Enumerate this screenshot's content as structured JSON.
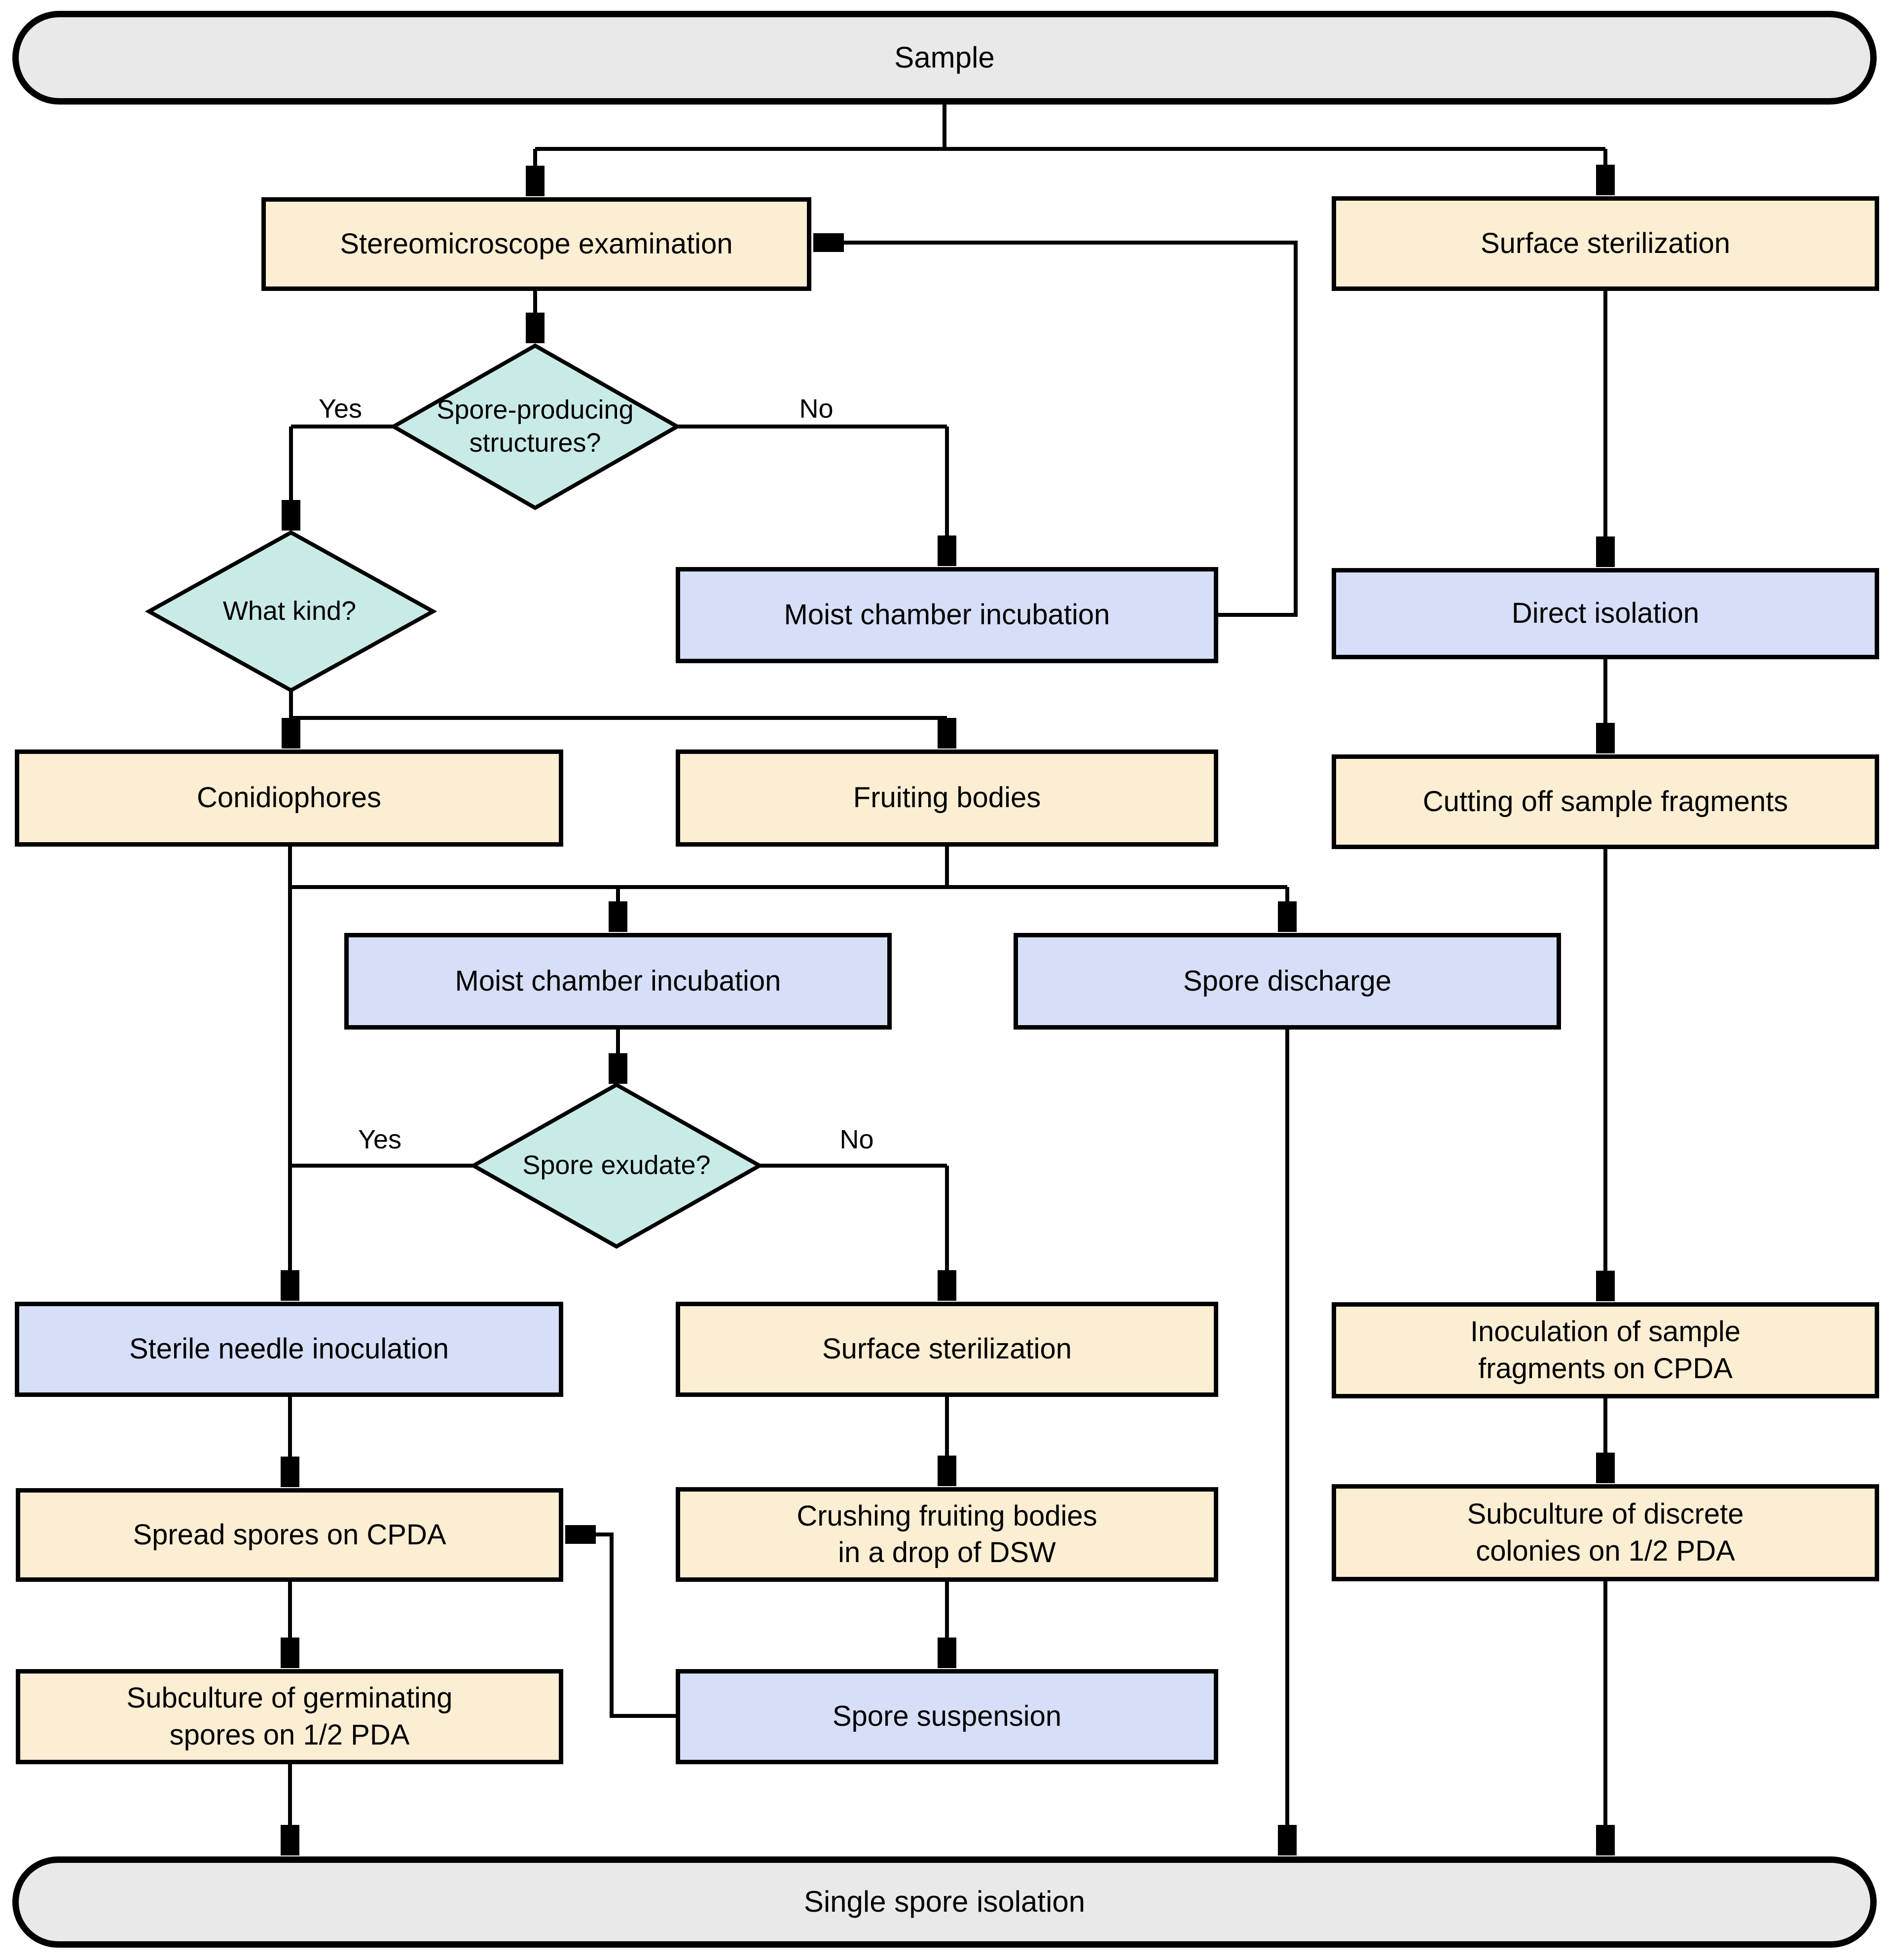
{
  "nodes": {
    "sample": {
      "label": "Sample",
      "shape": "terminator"
    },
    "stereo_exam": {
      "label": "Stereomicroscope examination",
      "shape": "process"
    },
    "surface_sterilization_1": {
      "label": "Surface sterilization",
      "shape": "process"
    },
    "spore_producing_structures": {
      "label": "Spore-producing\nstructures?",
      "shape": "decision"
    },
    "what_kind": {
      "label": "What kind?",
      "shape": "decision"
    },
    "moist_chamber_1": {
      "label": "Moist chamber incubation",
      "shape": "process"
    },
    "direct_isolation": {
      "label": "Direct isolation",
      "shape": "process"
    },
    "conidiophores": {
      "label": "Conidiophores",
      "shape": "process"
    },
    "fruiting_bodies": {
      "label": "Fruiting bodies",
      "shape": "process"
    },
    "cutting_off_fragments": {
      "label": "Cutting off sample fragments",
      "shape": "process"
    },
    "moist_chamber_2": {
      "label": "Moist chamber incubation",
      "shape": "process"
    },
    "spore_discharge": {
      "label": "Spore discharge",
      "shape": "process"
    },
    "spore_exudate": {
      "label": "Spore exudate?",
      "shape": "decision"
    },
    "sterile_needle": {
      "label": "Sterile needle inoculation",
      "shape": "process"
    },
    "surface_sterilization_2": {
      "label": "Surface sterilization",
      "shape": "process"
    },
    "inoculation_cpda": {
      "label": "Inoculation of sample\nfragments on CPDA",
      "shape": "process"
    },
    "spread_spores": {
      "label": "Spread spores on CPDA",
      "shape": "process"
    },
    "crushing_bodies": {
      "label": "Crushing fruiting bodies\nin a drop of DSW",
      "shape": "process"
    },
    "subculture_discrete": {
      "label": "Subculture of discrete\ncolonies on 1/2 PDA",
      "shape": "process"
    },
    "subculture_germinating": {
      "label": "Subculture of germinating\nspores on 1/2 PDA",
      "shape": "process"
    },
    "spore_suspension": {
      "label": "Spore suspension",
      "shape": "process"
    },
    "single_spore_isolation": {
      "label": "Single spore isolation",
      "shape": "terminator"
    }
  },
  "edge_labels": {
    "spore_producing_yes": "Yes",
    "spore_producing_no": "No",
    "spore_exudate_yes": "Yes",
    "spore_exudate_no": "No"
  },
  "colors": {
    "tan": "#FCEED3",
    "blue": "#D7DEF8",
    "teal": "#C9EBE7",
    "gray": "#E9E9E9",
    "line": "#000000"
  }
}
